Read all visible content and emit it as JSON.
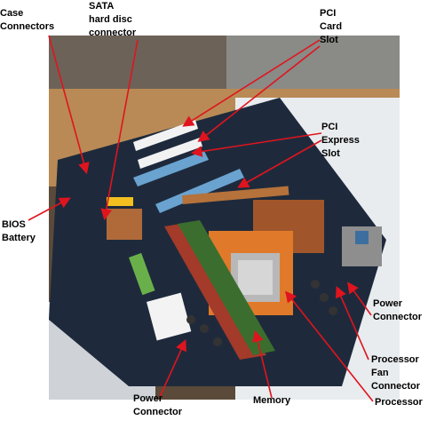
{
  "labels": {
    "case_connectors": [
      "Case",
      "Connectors"
    ],
    "sata": [
      "SATA",
      "hard disc",
      "connector"
    ],
    "pci_card_slot": [
      "PCI",
      "Card",
      "Slot"
    ],
    "pci_express_slot": [
      "PCI",
      "Express",
      "Slot"
    ],
    "bios_battery": [
      "BIOS",
      "Battery"
    ],
    "power_connector_right": [
      "Power",
      "Connector"
    ],
    "processor_fan_connector": [
      "Processor",
      "Fan",
      "Connector"
    ],
    "processor": [
      "Processor"
    ],
    "memory": [
      "Memory"
    ],
    "power_connector_bottom": [
      "Power",
      "Connector"
    ]
  },
  "colors": {
    "arrow": "#e0141e",
    "board": "#1e2a3c",
    "cardboard": "#b98a55",
    "foam": "#e9ecef"
  }
}
